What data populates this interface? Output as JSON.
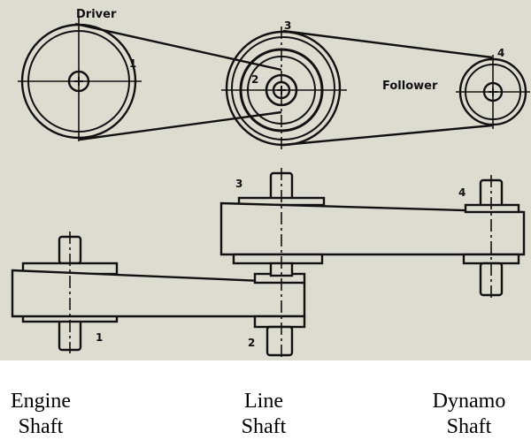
{
  "diagram": {
    "labels": {
      "driver": "Driver",
      "follower": "Follower"
    },
    "pulley_numbers": {
      "p1": "1",
      "p2": "2",
      "p3": "3",
      "p4": "4",
      "side_1": "1",
      "side_2": "2",
      "side_3": "3",
      "side_4": "4"
    },
    "colors": {
      "ink": "#111111",
      "paper": "#dcddd0"
    }
  },
  "captions": {
    "engine": {
      "line1": "Engine",
      "line2": "Shaft"
    },
    "line": {
      "line1": "Line",
      "line2": "Shaft"
    },
    "dynamo": {
      "line1": "Dynamo",
      "line2": "Shaft"
    }
  }
}
